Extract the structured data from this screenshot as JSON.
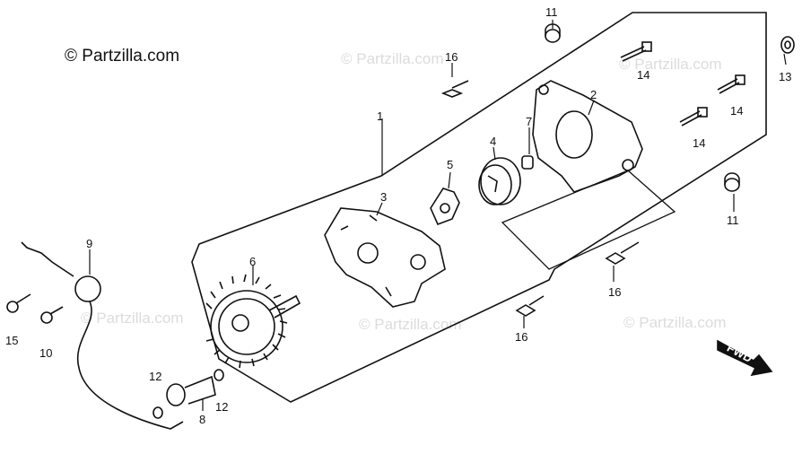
{
  "copyright": "© Partzilla.com",
  "watermark": "© Partzilla.com",
  "fwd_label": "FWD",
  "callouts": [
    {
      "id": "c1",
      "text": "1"
    },
    {
      "id": "c2",
      "text": "2"
    },
    {
      "id": "c3",
      "text": "3"
    },
    {
      "id": "c4",
      "text": "4"
    },
    {
      "id": "c5",
      "text": "5"
    },
    {
      "id": "c6",
      "text": "6"
    },
    {
      "id": "c7",
      "text": "7"
    },
    {
      "id": "c8",
      "text": "8"
    },
    {
      "id": "c9",
      "text": "9"
    },
    {
      "id": "c10",
      "text": "10"
    },
    {
      "id": "c11a",
      "text": "11"
    },
    {
      "id": "c11b",
      "text": "11"
    },
    {
      "id": "c12a",
      "text": "12"
    },
    {
      "id": "c12b",
      "text": "12"
    },
    {
      "id": "c13",
      "text": "13"
    },
    {
      "id": "c14a",
      "text": "14"
    },
    {
      "id": "c14b",
      "text": "14"
    },
    {
      "id": "c14c",
      "text": "14"
    },
    {
      "id": "c15",
      "text": "15"
    },
    {
      "id": "c16a",
      "text": "16"
    },
    {
      "id": "c16b",
      "text": "16"
    },
    {
      "id": "c16c",
      "text": "16"
    }
  ]
}
